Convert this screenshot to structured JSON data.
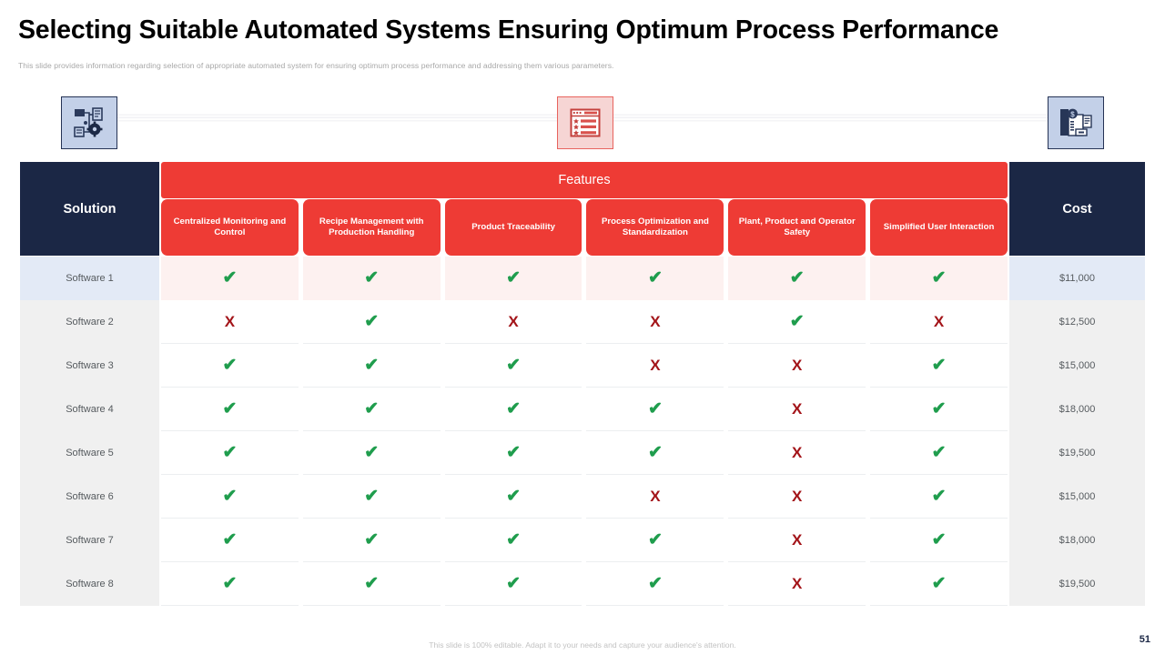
{
  "title": "Selecting Suitable Automated Systems Ensuring Optimum Process Performance",
  "subtitle": "This slide provides information regarding selection of appropriate automated system for ensuring optimum  process performance and addressing them various parameters.",
  "icons": [
    {
      "name": "process-workflow-gear-icon",
      "glyph": "⚙"
    },
    {
      "name": "checklist-rating-window-icon",
      "glyph": "☰"
    },
    {
      "name": "invoice-cost-document-icon",
      "glyph": "$"
    }
  ],
  "colors": {
    "navy": "#1B2745",
    "red": "#EE3B35",
    "check_green": "#1F9D4D",
    "cross_red": "#A31419",
    "row_gray": "#F0F0F0",
    "row_highlight_blue": "#E3EAF6",
    "row_highlight_pink": "#FDF1F0"
  },
  "table": {
    "solution_header": "Solution",
    "features_header": "Features",
    "cost_header": "Cost",
    "feature_columns": [
      "Centralized Monitoring and Control",
      "Recipe Management with Production Handling",
      "Product Traceability",
      "Process Optimization and Standardization",
      "Plant, Product and Operator Safety",
      "Simplified User Interaction"
    ],
    "marks": {
      "yes": "✔",
      "no": "X"
    },
    "rows": [
      {
        "solution": "Software  1",
        "values": [
          "yes",
          "yes",
          "yes",
          "yes",
          "yes",
          "yes"
        ],
        "cost": "$11,000",
        "highlight": true
      },
      {
        "solution": "Software  2",
        "values": [
          "no",
          "yes",
          "no",
          "no",
          "yes",
          "no"
        ],
        "cost": "$12,500",
        "highlight": false
      },
      {
        "solution": "Software  3",
        "values": [
          "yes",
          "yes",
          "yes",
          "no",
          "no",
          "yes"
        ],
        "cost": "$15,000",
        "highlight": false
      },
      {
        "solution": "Software  4",
        "values": [
          "yes",
          "yes",
          "yes",
          "yes",
          "no",
          "yes"
        ],
        "cost": "$18,000",
        "highlight": false
      },
      {
        "solution": "Software  5",
        "values": [
          "yes",
          "yes",
          "yes",
          "yes",
          "no",
          "yes"
        ],
        "cost": "$19,500",
        "highlight": false
      },
      {
        "solution": "Software  6",
        "values": [
          "yes",
          "yes",
          "yes",
          "no",
          "no",
          "yes"
        ],
        "cost": "$15,000",
        "highlight": false
      },
      {
        "solution": "Software  7",
        "values": [
          "yes",
          "yes",
          "yes",
          "yes",
          "no",
          "yes"
        ],
        "cost": "$18,000",
        "highlight": false
      },
      {
        "solution": "Software  8",
        "values": [
          "yes",
          "yes",
          "yes",
          "yes",
          "no",
          "yes"
        ],
        "cost": "$19,500",
        "highlight": false
      }
    ]
  },
  "footer": {
    "note": "This slide is 100% editable. Adapt it to your needs and capture your audience's attention.",
    "page_number": "51"
  }
}
